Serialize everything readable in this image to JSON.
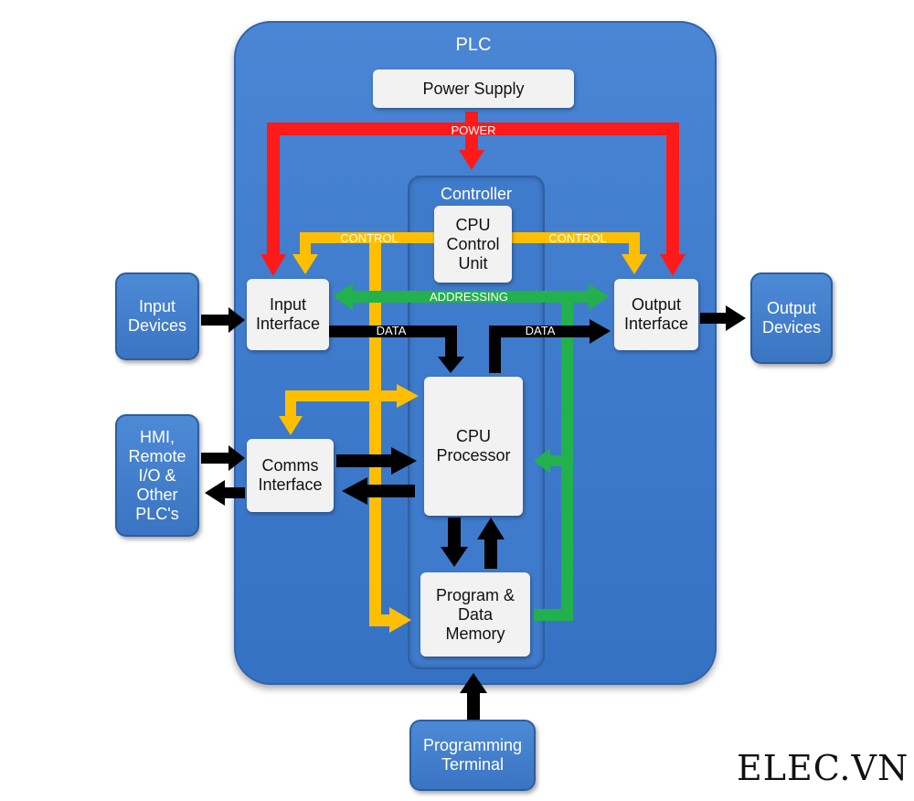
{
  "plc_title": "PLC",
  "controller_title": "Controller",
  "blocks": {
    "power_supply": "Power Supply",
    "cpu_control_unit": "CPU\nControl\nUnit",
    "input_interface": "Input\nInterface",
    "output_interface": "Output\nInterface",
    "comms_interface": "Comms\nInterface",
    "cpu_processor": "CPU\nProcessor",
    "program_data_memory": "Program &\nData\nMemory"
  },
  "external": {
    "input_devices": "Input\nDevices",
    "output_devices": "Output\nDevices",
    "hmi": "HMI,\nRemote\nI/O &\nOther\nPLC's",
    "programming_terminal": "Programming\nTerminal"
  },
  "bus_labels": {
    "power": "POWER",
    "control_left": "CONTROL",
    "control_right": "CONTROL",
    "addressing": "ADDRESSING",
    "data_left": "DATA",
    "data_right": "DATA"
  },
  "colors": {
    "power": "#ff1a1a",
    "control": "#ffbf00",
    "addressing": "#22b14c",
    "data": "#000000"
  },
  "logo": "ELEC.VN"
}
